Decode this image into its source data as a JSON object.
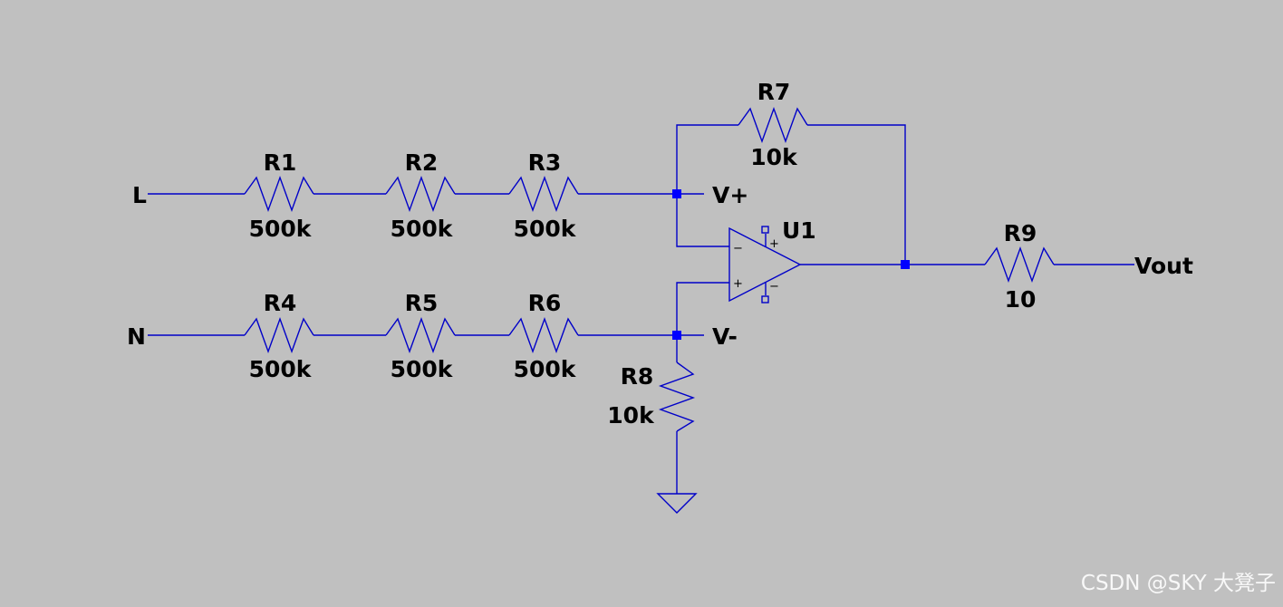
{
  "nets": {
    "L": "L",
    "N": "N",
    "Vplus": "V+",
    "Vminus": "V-",
    "Vout": "Vout"
  },
  "components": {
    "R1": {
      "name": "R1",
      "value": "500k"
    },
    "R2": {
      "name": "R2",
      "value": "500k"
    },
    "R3": {
      "name": "R3",
      "value": "500k"
    },
    "R4": {
      "name": "R4",
      "value": "500k"
    },
    "R5": {
      "name": "R5",
      "value": "500k"
    },
    "R6": {
      "name": "R6",
      "value": "500k"
    },
    "R7": {
      "name": "R7",
      "value": "10k"
    },
    "R8": {
      "name": "R8",
      "value": "10k"
    },
    "R9": {
      "name": "R9",
      "value": "10"
    },
    "U1": {
      "name": "U1"
    }
  },
  "opamp_pins": {
    "inverting": "−",
    "noninverting": "+",
    "supply_pos": "+",
    "supply_neg": "−"
  },
  "watermark": "CSDN @SKY 大凳子",
  "colors": {
    "background": "#c0c0c0",
    "wire": "#0000c8",
    "junction": "#0000ff"
  }
}
